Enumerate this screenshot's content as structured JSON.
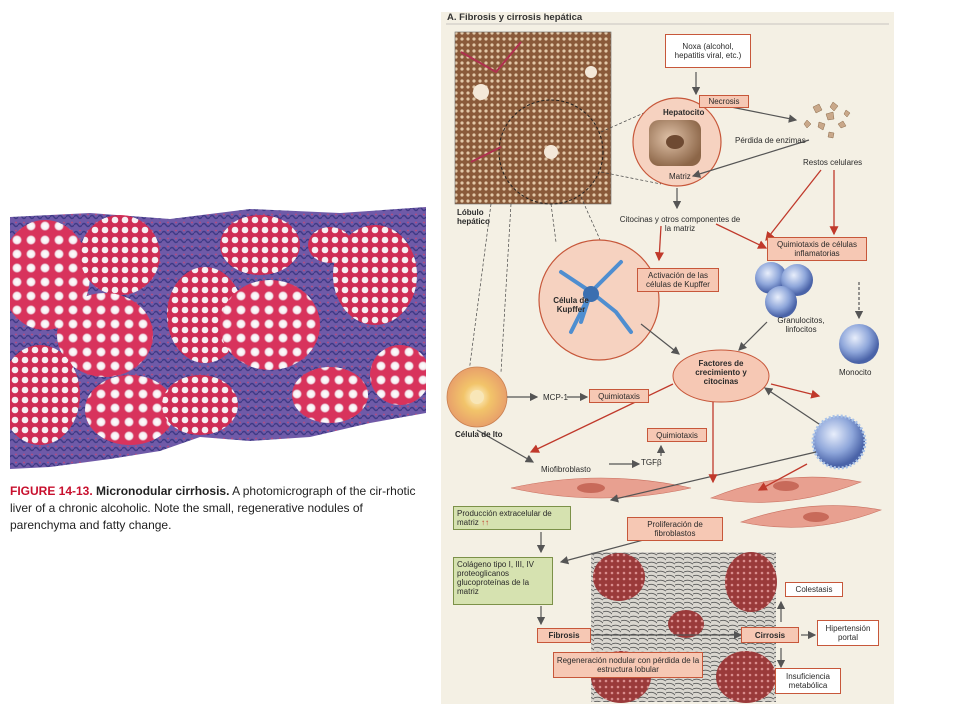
{
  "figure": {
    "number": "FIGURE 14-13.",
    "title": "Micronodular cirrhosis.",
    "text": "A photomicrograph of the cir-rhotic liver of a chronic alcoholic. Note the small, regenerative nodules of parenchyma and fatty change."
  },
  "diagram": {
    "heading": "A. Fibrosis y cirrosis hepática",
    "labels": {
      "noxa": "Noxa (alcohol, hepatitis viral, etc.)",
      "necrosis": "Necrosis",
      "hepatocito": "Hepatocito",
      "perdida_enzimas": "Pérdida de enzimas",
      "restos": "Restos celulares",
      "matriz": "Matriz",
      "lobulo": "Lóbulo hepático",
      "citocinas": "Citocinas y otros componentes de la matriz",
      "quimiotaxis_celulas": "Quimiotaxis de células inflamatorias",
      "activacion": "Activación de las células de Kupffer",
      "kupffer": "Célula de Kupffer",
      "granulocitos": "Granulocitos, linfocitos",
      "factores": "Factores de crecimiento y citocinas",
      "monocito": "Monocito",
      "mcp": "MCP-1",
      "quimiotaxis1": "Quimiotaxis",
      "ito": "Célula de Ito",
      "quimiotaxis2": "Quimiotaxis",
      "tgfb": "TGFβ",
      "miofibroblasto": "Miofibroblasto",
      "produccion": "Producción extracelular de matriz",
      "proliferacion": "Proliferación de fibroblastos",
      "colageno": "Colágeno tipo I, III, IV proteoglicanos glucoproteínas de la matriz",
      "fibrosis": "Fibrosis",
      "cirrosis": "Cirrosis",
      "colestasis": "Colestasis",
      "hipertension": "Hipertensión portal",
      "insuficiencia": "Insuficiencia metabólica",
      "regeneracion": "Regeneración nodular con pérdida de la estructura lobular"
    },
    "colors": {
      "pink_box": "#f6c8b4",
      "box_border": "#c7573a",
      "green_box": "#d6e2b0",
      "arrow_red": "#c0392b",
      "arrow_gray": "#555555",
      "paper": "#f4f0e4"
    }
  }
}
